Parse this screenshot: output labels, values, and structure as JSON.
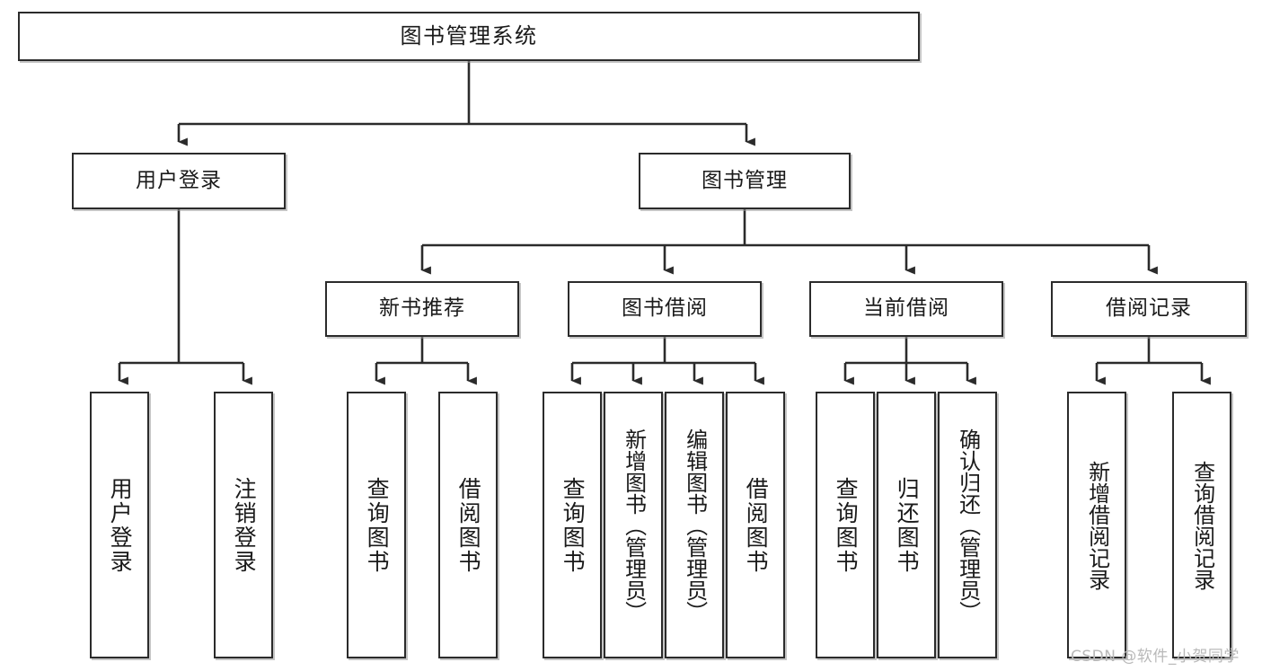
{
  "diagram": {
    "type": "tree-hierarchy-diagram",
    "title": "图书管理系统",
    "levels": 4,
    "colors": {
      "box_border": "#2b2b2b",
      "box_fill": "#ffffff",
      "connector": "#2b2b2b",
      "watermark": "#b9b9b9",
      "background": "#ffffff"
    }
  },
  "nodes": {
    "root": {
      "label": "图书管理系统"
    },
    "level2": [
      {
        "id": "user-login",
        "label": "用户登录"
      },
      {
        "id": "book-management",
        "label": "图书管理"
      }
    ],
    "level3": [
      {
        "id": "new-book-recommend",
        "label": "新书推荐"
      },
      {
        "id": "book-borrow",
        "label": "图书借阅"
      },
      {
        "id": "current-borrow",
        "label": "当前借阅"
      },
      {
        "id": "borrow-record",
        "label": "借阅记录"
      }
    ],
    "leaves": {
      "user-login": [
        {
          "id": "leaf-user-login",
          "label": "用户登录"
        },
        {
          "id": "leaf-logout-login",
          "label": "注销登录"
        }
      ],
      "new-book-recommend": [
        {
          "id": "leaf-query-book-1",
          "label": "查询图书"
        },
        {
          "id": "leaf-borrow-book-1",
          "label": "借阅图书"
        }
      ],
      "book-borrow": [
        {
          "id": "leaf-query-book-2",
          "label": "查询图书"
        },
        {
          "id": "leaf-add-book-admin",
          "label": "新增图书（管理员）"
        },
        {
          "id": "leaf-edit-book-admin",
          "label": "编辑图书（管理员）"
        },
        {
          "id": "leaf-borrow-book-2",
          "label": "借阅图书"
        }
      ],
      "current-borrow": [
        {
          "id": "leaf-query-book-3",
          "label": "查询图书"
        },
        {
          "id": "leaf-return-book",
          "label": "归还图书"
        },
        {
          "id": "leaf-confirm-return-admin",
          "label": "确认归还（管理员）"
        }
      ],
      "borrow-record": [
        {
          "id": "leaf-add-borrow-record",
          "label": "新增借阅记录"
        },
        {
          "id": "leaf-query-borrow-record",
          "label": "查询借阅记录"
        }
      ]
    }
  },
  "watermark": {
    "text": "CSDN @软件_小贺同学"
  }
}
